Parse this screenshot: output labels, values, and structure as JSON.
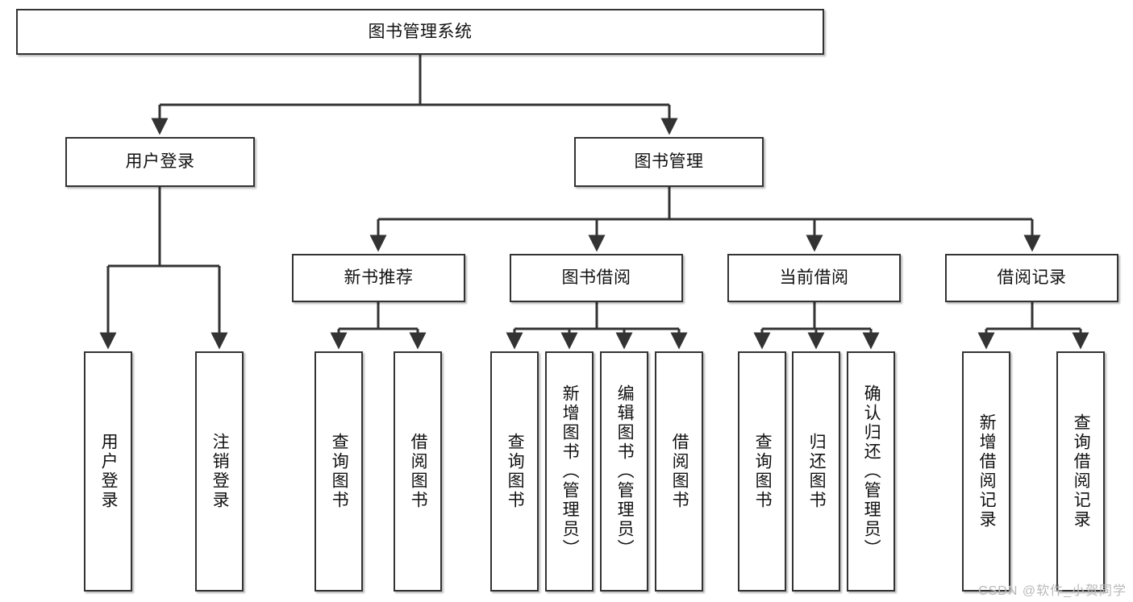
{
  "diagram": {
    "title": "图书管理系统",
    "type": "function-tree",
    "watermark": "CSDN @软件_小贺同学",
    "colors": {
      "box_border": "#333333",
      "box_fill": "#ffffff",
      "line": "#333333",
      "text": "#111111",
      "watermark": "#b9b9b9",
      "background": "#ffffff"
    },
    "root": {
      "label": "图书管理系统"
    },
    "level2": [
      {
        "label": "用户登录"
      },
      {
        "label": "图书管理"
      }
    ],
    "level3": [
      {
        "label": "新书推荐"
      },
      {
        "label": "图书借阅"
      },
      {
        "label": "当前借阅"
      },
      {
        "label": "借阅记录"
      }
    ],
    "leaves": {
      "user_login": [
        {
          "label": "用户登录"
        },
        {
          "label": "注销登录"
        }
      ],
      "new_book_recommend": [
        {
          "label": "查询图书"
        },
        {
          "label": "借阅图书"
        }
      ],
      "book_borrow": [
        {
          "label": "查询图书"
        },
        {
          "label": "新增图书（管理员）"
        },
        {
          "label": "编辑图书（管理员）"
        },
        {
          "label": "借阅图书"
        }
      ],
      "current_borrow": [
        {
          "label": "查询图书"
        },
        {
          "label": "归还图书"
        },
        {
          "label": "确认归还（管理员）"
        }
      ],
      "borrow_record": [
        {
          "label": "新增借阅记录"
        },
        {
          "label": "查询借阅记录"
        }
      ]
    }
  }
}
